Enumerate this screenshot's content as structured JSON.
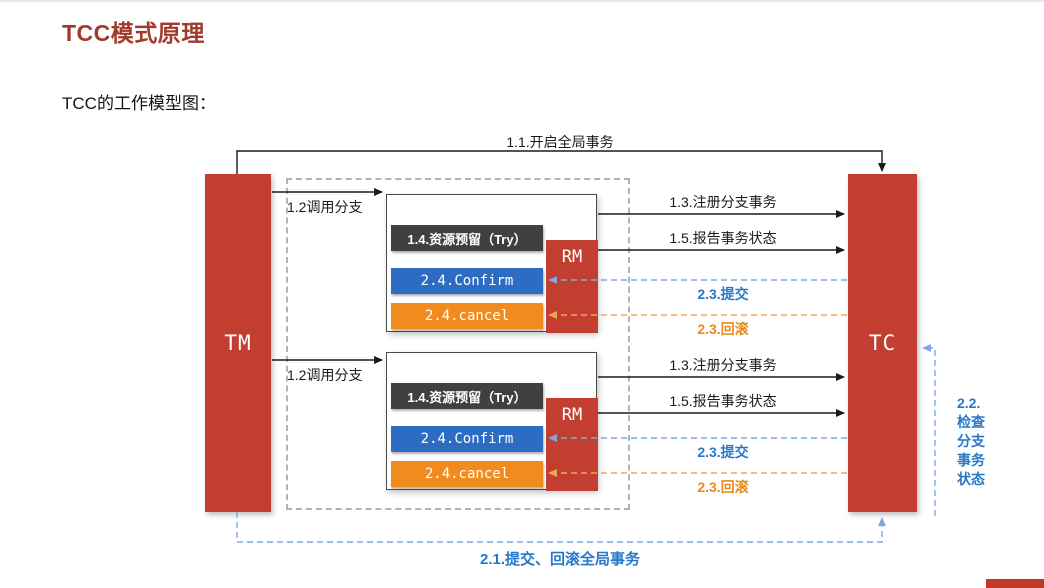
{
  "page": {
    "title": "TCC模式原理",
    "subtitle": "TCC的工作模型图："
  },
  "nodes": {
    "tm": "TM",
    "tc": "TC"
  },
  "groups": [
    {
      "rm": "RM",
      "try": "1.4.资源预留（Try）",
      "confirm": "2.4.Confirm",
      "cancel": "2.4.cancel",
      "invoke": "1.2调用分支",
      "register": "1.3.注册分支事务",
      "report": "1.5.报告事务状态",
      "commit": "2.3.提交",
      "rollback": "2.3.回滚"
    },
    {
      "rm": "RM",
      "try": "1.4.资源预留（Try）",
      "confirm": "2.4.Confirm",
      "cancel": "2.4.cancel",
      "invoke": "1.2调用分支",
      "register": "1.3.注册分支事务",
      "report": "1.5.报告事务状态",
      "commit": "2.3.提交",
      "rollback": "2.3.回滚"
    }
  ],
  "flows": {
    "begin_global": "1.1.开启全局事务",
    "check_branch": "2.2.\n检查\n分支\n事务\n状态",
    "finish_global": "2.1.提交、回滚全局事务"
  },
  "colors": {
    "title_red": "#a03a2c",
    "node_red": "#c23e30",
    "try_dark": "#404040",
    "confirm_blue": "#2d6cc3",
    "cancel_orange": "#f28b1d",
    "blue_text": "#2878c8",
    "orange_text": "#e78b1e",
    "dashed_blue_line": "#7fa8dc",
    "dashed_orange_line": "#eda65a",
    "solid_line": "#1a1a1a"
  }
}
